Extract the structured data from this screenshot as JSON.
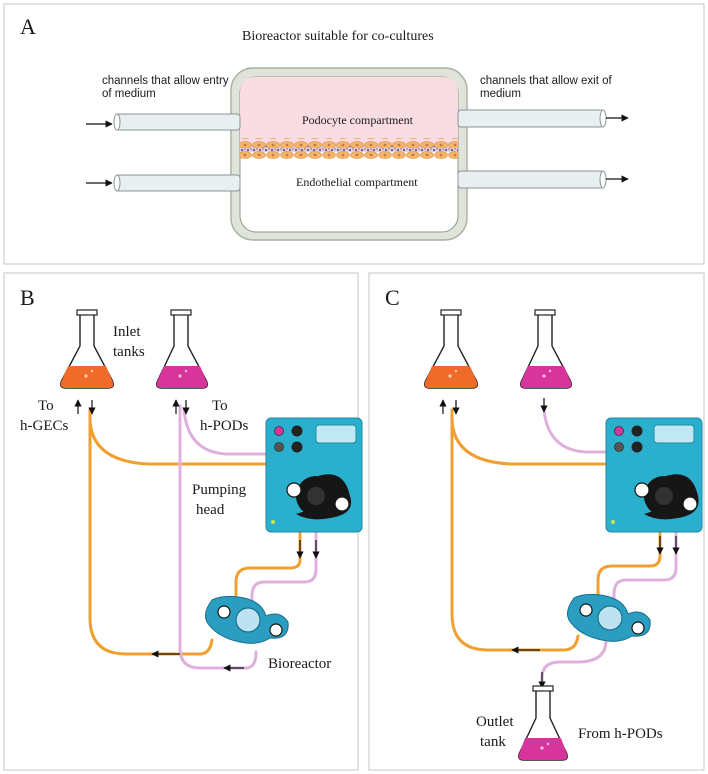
{
  "panels": {
    "a": {
      "letter": "A",
      "title": "Bioreactor suitable for co-cultures",
      "entry_label_1": "channels that allow entry",
      "entry_label_2": "of medium",
      "exit_label_1": "channels that allow exit of",
      "exit_label_2": "medium",
      "podocyte": "Podocyte compartment",
      "endothelial": "Endothelial compartment"
    },
    "b": {
      "letter": "B",
      "inlet_1": "Inlet",
      "inlet_2": "tanks",
      "to_gecs_1": "To",
      "to_gecs_2": "h-GECs",
      "to_pods_1": "To",
      "to_pods_2": "h-PODs",
      "pumping_1": "Pumping",
      "pumping_2": "head",
      "bioreactor": "Bioreactor"
    },
    "c": {
      "letter": "C",
      "outlet_1": "Outlet",
      "outlet_2": "tank",
      "from_pods": "From h-PODs"
    }
  },
  "colors": {
    "orange_medium": "#f06a2a",
    "magenta_medium": "#d8359c",
    "orange_tube": "#f0a030",
    "pink_tube": "#e0b0dc",
    "pump": "#2ab0cc"
  }
}
